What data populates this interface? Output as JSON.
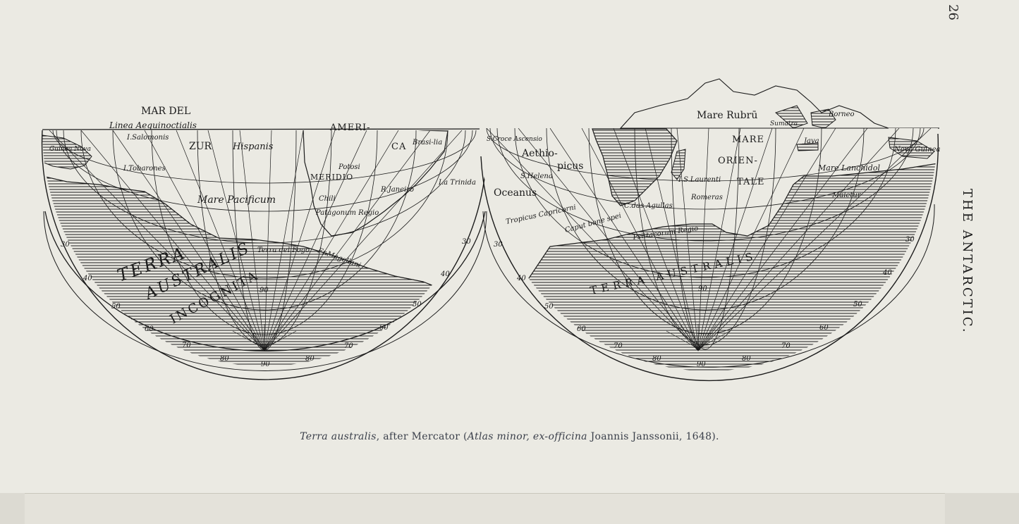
{
  "page": {
    "number": "26",
    "running_head": "THE ANTARCTIC."
  },
  "caption": {
    "part1": "Terra australis",
    "part2": ", after Mercator (",
    "part3": "Atlas minor, ex-officina",
    "part4": " Joannis Janssonii, 1648)."
  },
  "map": {
    "left_labels": {
      "mar_del": "MAR DEL",
      "linea": "Linea Aequinoctialis",
      "salomonis": "I.Salomonis",
      "zur": "ZUR",
      "hispanis": "Hispanis",
      "tobarones": "I.Tobarones",
      "guinea": "Guinea Nova",
      "ameri": "AMERI-",
      "ca": "CA",
      "brasilia": "Brasi-lia",
      "potosi": "Potosi",
      "meridio": "MERIDIO",
      "janeiro": "R.Janeiro",
      "trinidad": "I.a Trinida",
      "pacificum": "Mare Pacificum",
      "chili": "Chili",
      "patagonum": "Patagonum Regio",
      "terra_fogo": "Terra del Fogo",
      "magellani": "Fr.Magellani",
      "terra": "TERRA",
      "australis": "AUSTRALIS",
      "incognita": "INCOGNITA"
    },
    "right_labels": {
      "mare_rubru": "Mare Rubrū",
      "borneo": "Borneo",
      "sumatra": "Sumatra",
      "java": "Java",
      "nova_guinea": "Nova Guinea",
      "croce": "S.Croce Ascensio",
      "aethio": "Aethio-",
      "picus": "picus",
      "helena": "S.Helena",
      "oceanus": "Oceanus",
      "mare": "MARE",
      "orien": "ORIEN-",
      "tale": "TALE",
      "laurenti": "I.S.Laurenti",
      "mare_lanchidol": "Mare Lanchidol",
      "maletur": "Maletur",
      "tropicus": "Tropicus Capricorni",
      "caput": "Caput bone spei",
      "agullas": "C.das Agullas",
      "romeras": "Romeras",
      "psittacorum": "Psittacorum Regio",
      "terra_australis": "TERRA AUSTRALIS"
    },
    "degree_labels": {
      "d30": "30",
      "d40": "40",
      "d50": "50",
      "d60": "60",
      "d70": "70",
      "d80": "80",
      "d90": "90"
    },
    "colors": {
      "ink": "#1b1b1b",
      "paper": "#ebeae3",
      "caption": "#3a3f4a"
    }
  }
}
